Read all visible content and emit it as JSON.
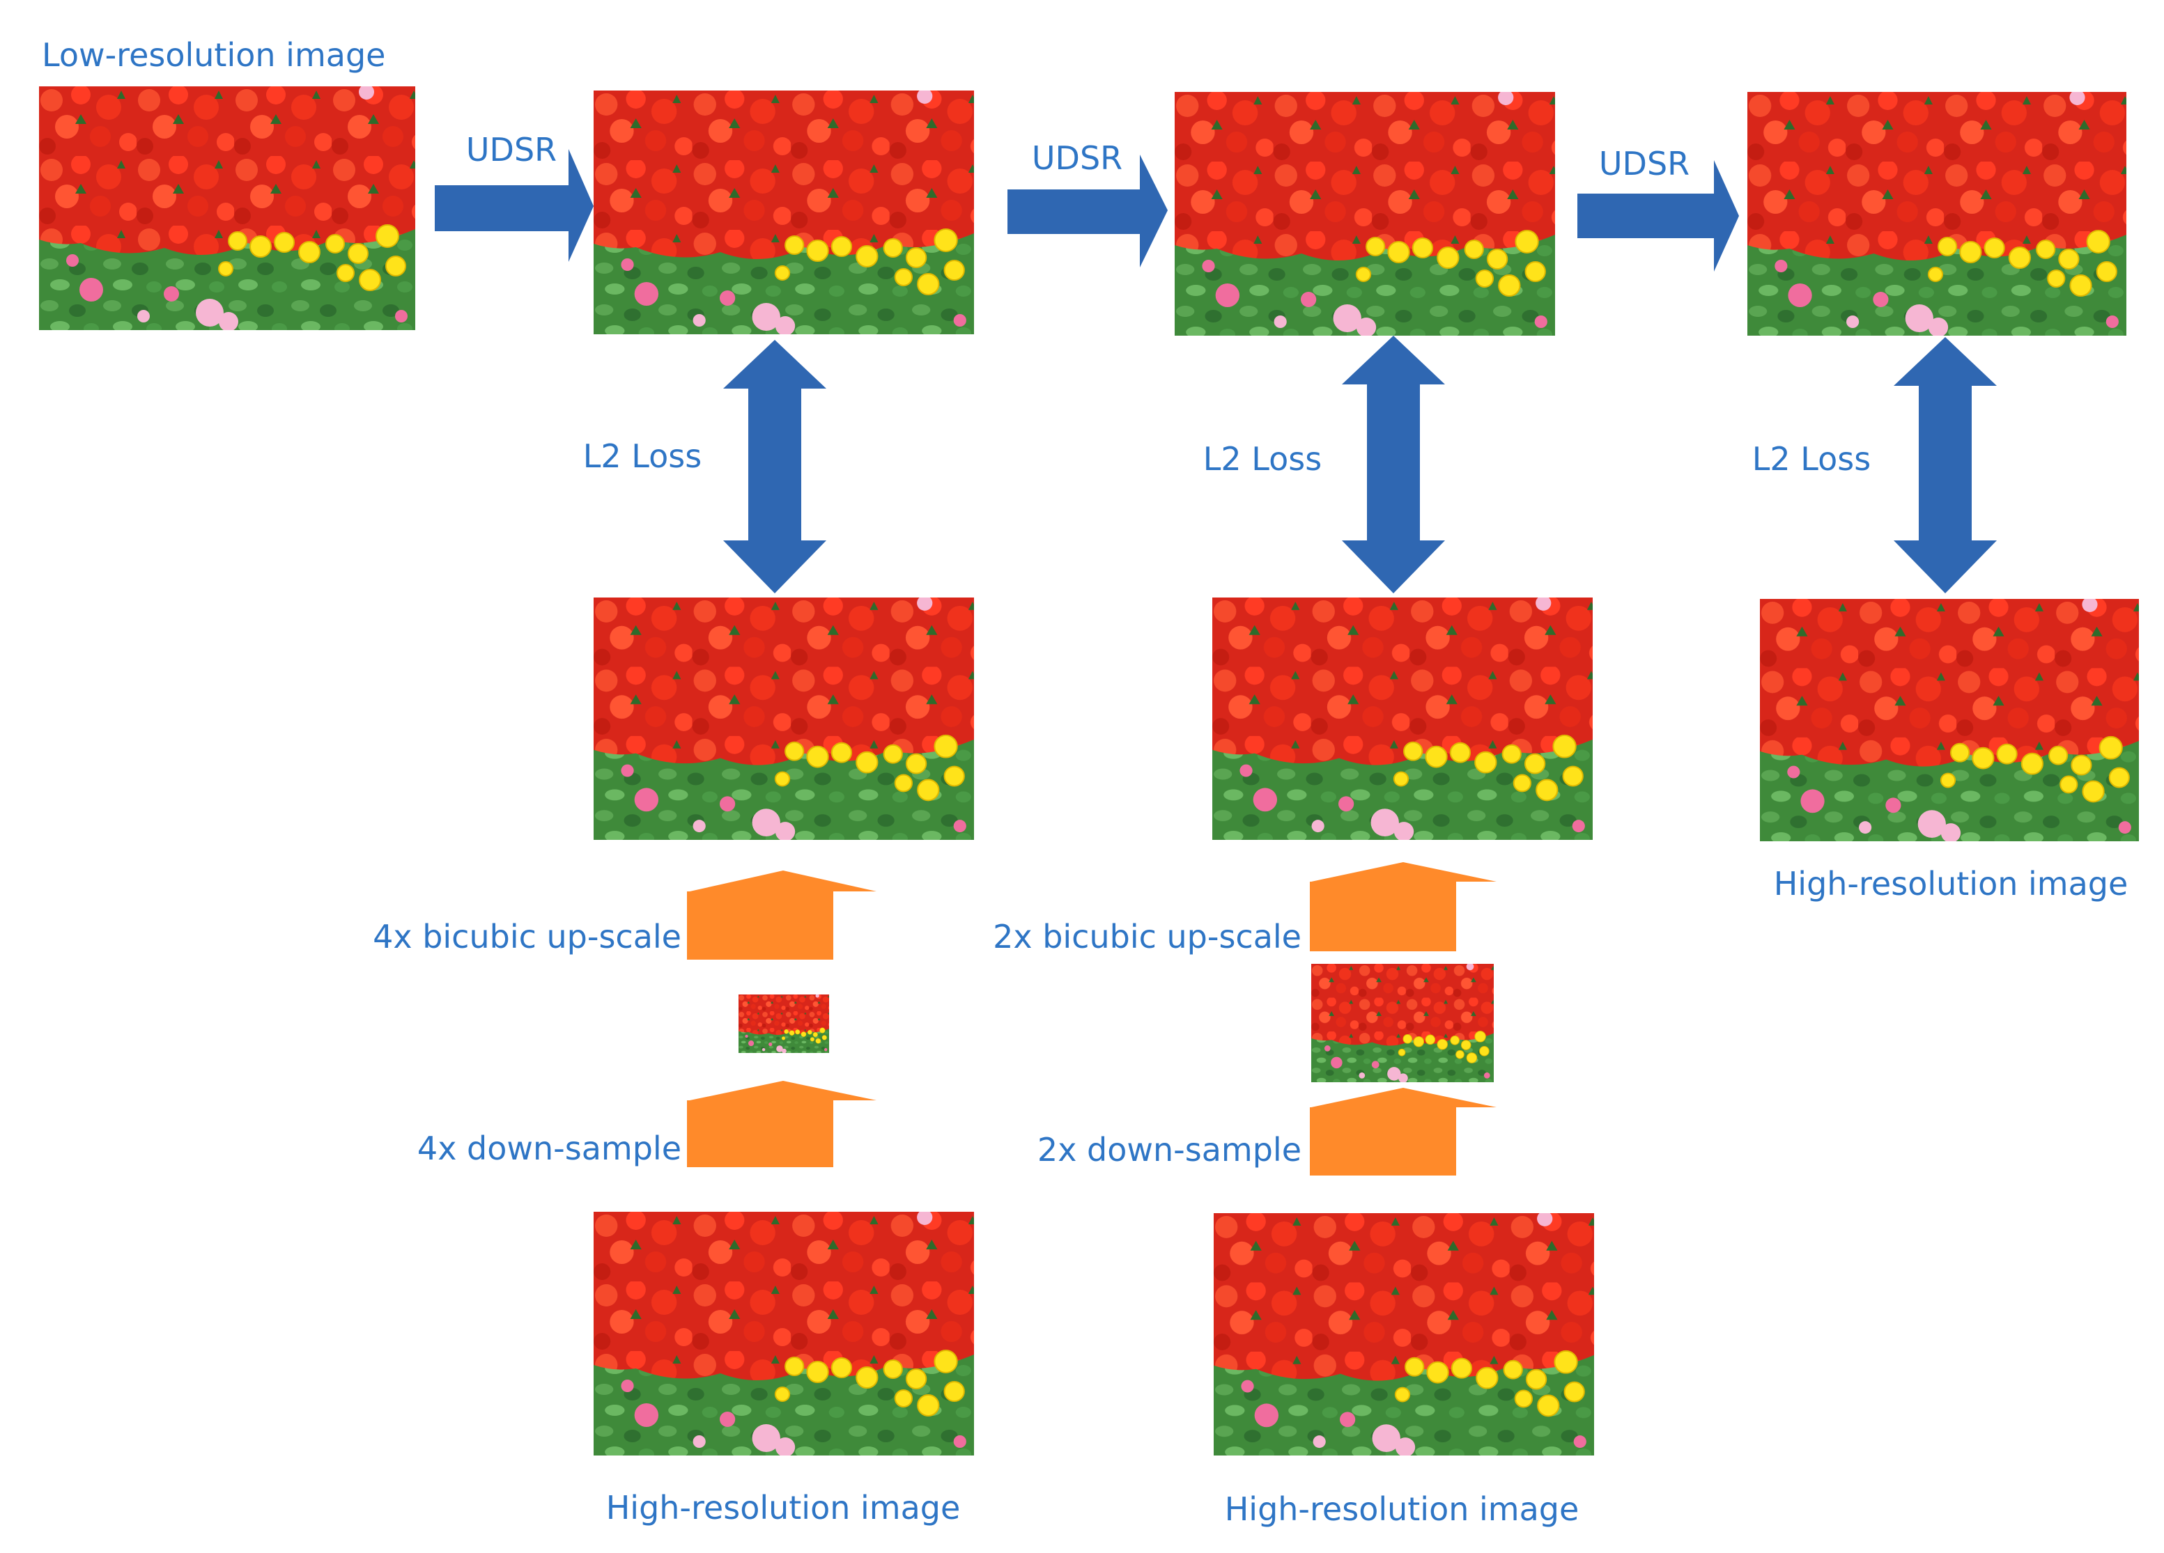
{
  "labels": {
    "low_res_input": "Low-resolution image",
    "udsr": "UDSR",
    "l2_loss": "L2 Loss",
    "up_4x": "4x bicubic up-scale",
    "down_4x": "4x down-sample",
    "up_2x": "2x bicubic up-scale",
    "down_2x": "2x down-sample",
    "hr_output": "High-resolution image",
    "hr_source_4x": "High-resolution image",
    "hr_source_2x": "High-resolution image"
  },
  "colors": {
    "label_text": "#2e75c5",
    "blue_arrow": "#2f67b2",
    "orange_arrow": "#ff8a2a",
    "flower_red": "#f0321c",
    "flower_yellow": "#ffe31a",
    "flower_pink": "#f06d9e",
    "foliage_green": "#3f8a3a"
  }
}
